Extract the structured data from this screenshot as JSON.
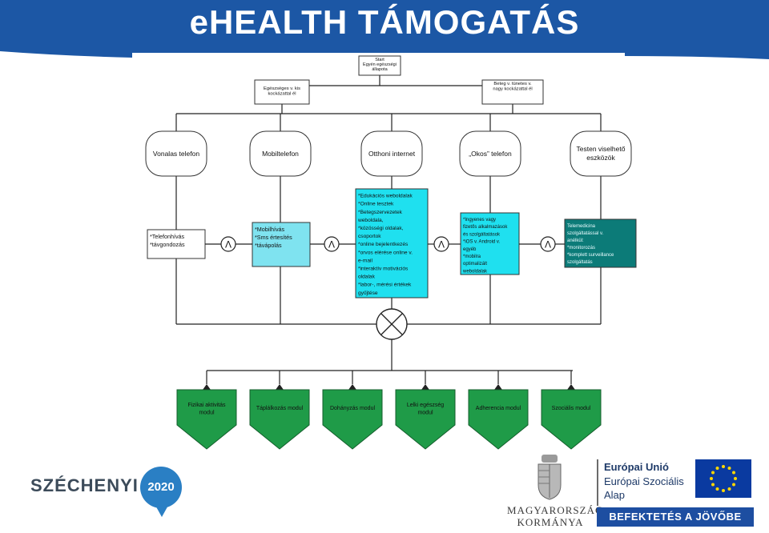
{
  "header": {
    "title": "eHEALTH TÁMOGATÁS"
  },
  "flow": {
    "start": [
      "Start",
      "Egyén egészségi",
      "állapota"
    ],
    "left_branch": [
      "Egészséges v. kis",
      "kockázattal él"
    ],
    "right_branch": [
      "Beteg v. tünetes v.",
      "nagy kockázattal él"
    ],
    "channels": [
      {
        "label": [
          "Vonalas telefon"
        ]
      },
      {
        "label": [
          "Mobiltelefon"
        ]
      },
      {
        "label": [
          "Otthoni internet"
        ]
      },
      {
        "label": [
          "„Okos” telefon"
        ]
      },
      {
        "label": [
          "Testen viselhető",
          "eszközök"
        ]
      }
    ],
    "services": [
      {
        "lines": [
          "*Telefonhívás",
          "*távgondozás"
        ]
      },
      {
        "lines": [
          "*Mobilhívás",
          "*Sms értesítés",
          "*távápolás"
        ]
      },
      {
        "lines": [
          "*Edukációs weboldalak",
          "*Online tesztek",
          "*Betegszervezetek",
          "weboldala,",
          "*közösségi oldalak,",
          "csoportok",
          "*online bejelentkezés",
          "*orvos elérése online v.",
          "e-mail",
          "*interaktív motivációs",
          "oldalak",
          "*labor-, mérési értékek",
          "gyűjtése"
        ]
      },
      {
        "lines": [
          "*Ingyenes vagy",
          "fizetős alkalmazások",
          "és szolgáltatások",
          "*iOS v. Android v.",
          "egyéb",
          "*mobilra",
          "optimalizált",
          "weboldalak"
        ]
      },
      {
        "lines": [
          "Telemedicina",
          "szolgáltatással v.",
          "anélkül:",
          "*monitorozás",
          "*komplett surveillance",
          "szolgáltatás"
        ]
      }
    ],
    "and_symbol": "Λ",
    "modules": [
      {
        "lines": [
          "Fizikai aktivitás",
          "modul"
        ]
      },
      {
        "lines": [
          "Táplálkozás modul"
        ]
      },
      {
        "lines": [
          "Dohányzás modul"
        ]
      },
      {
        "lines": [
          "Lelki egészség",
          "modul"
        ]
      },
      {
        "lines": [
          "Adherencia modul"
        ]
      },
      {
        "lines": [
          "Szociális modul"
        ]
      }
    ]
  },
  "footer": {
    "szechenyi": "SZÉCHENYI",
    "szechenyi_year": "2020",
    "gov_line1": "MAGYARORSZÁG",
    "gov_line2": "KORMÁNYA",
    "eu_line1": "Európai Unió",
    "eu_line2": "Európai Szociális",
    "eu_line3": "Alap",
    "slogan": "BEFEKTETÉS A JÖVŐBE"
  },
  "colors": {
    "banner": "#1c57a5",
    "light_cyan": "#7fe3f0",
    "cyan": "#1fe0ef",
    "teal": "#0c7b78",
    "module_green": "#1f9b48"
  }
}
